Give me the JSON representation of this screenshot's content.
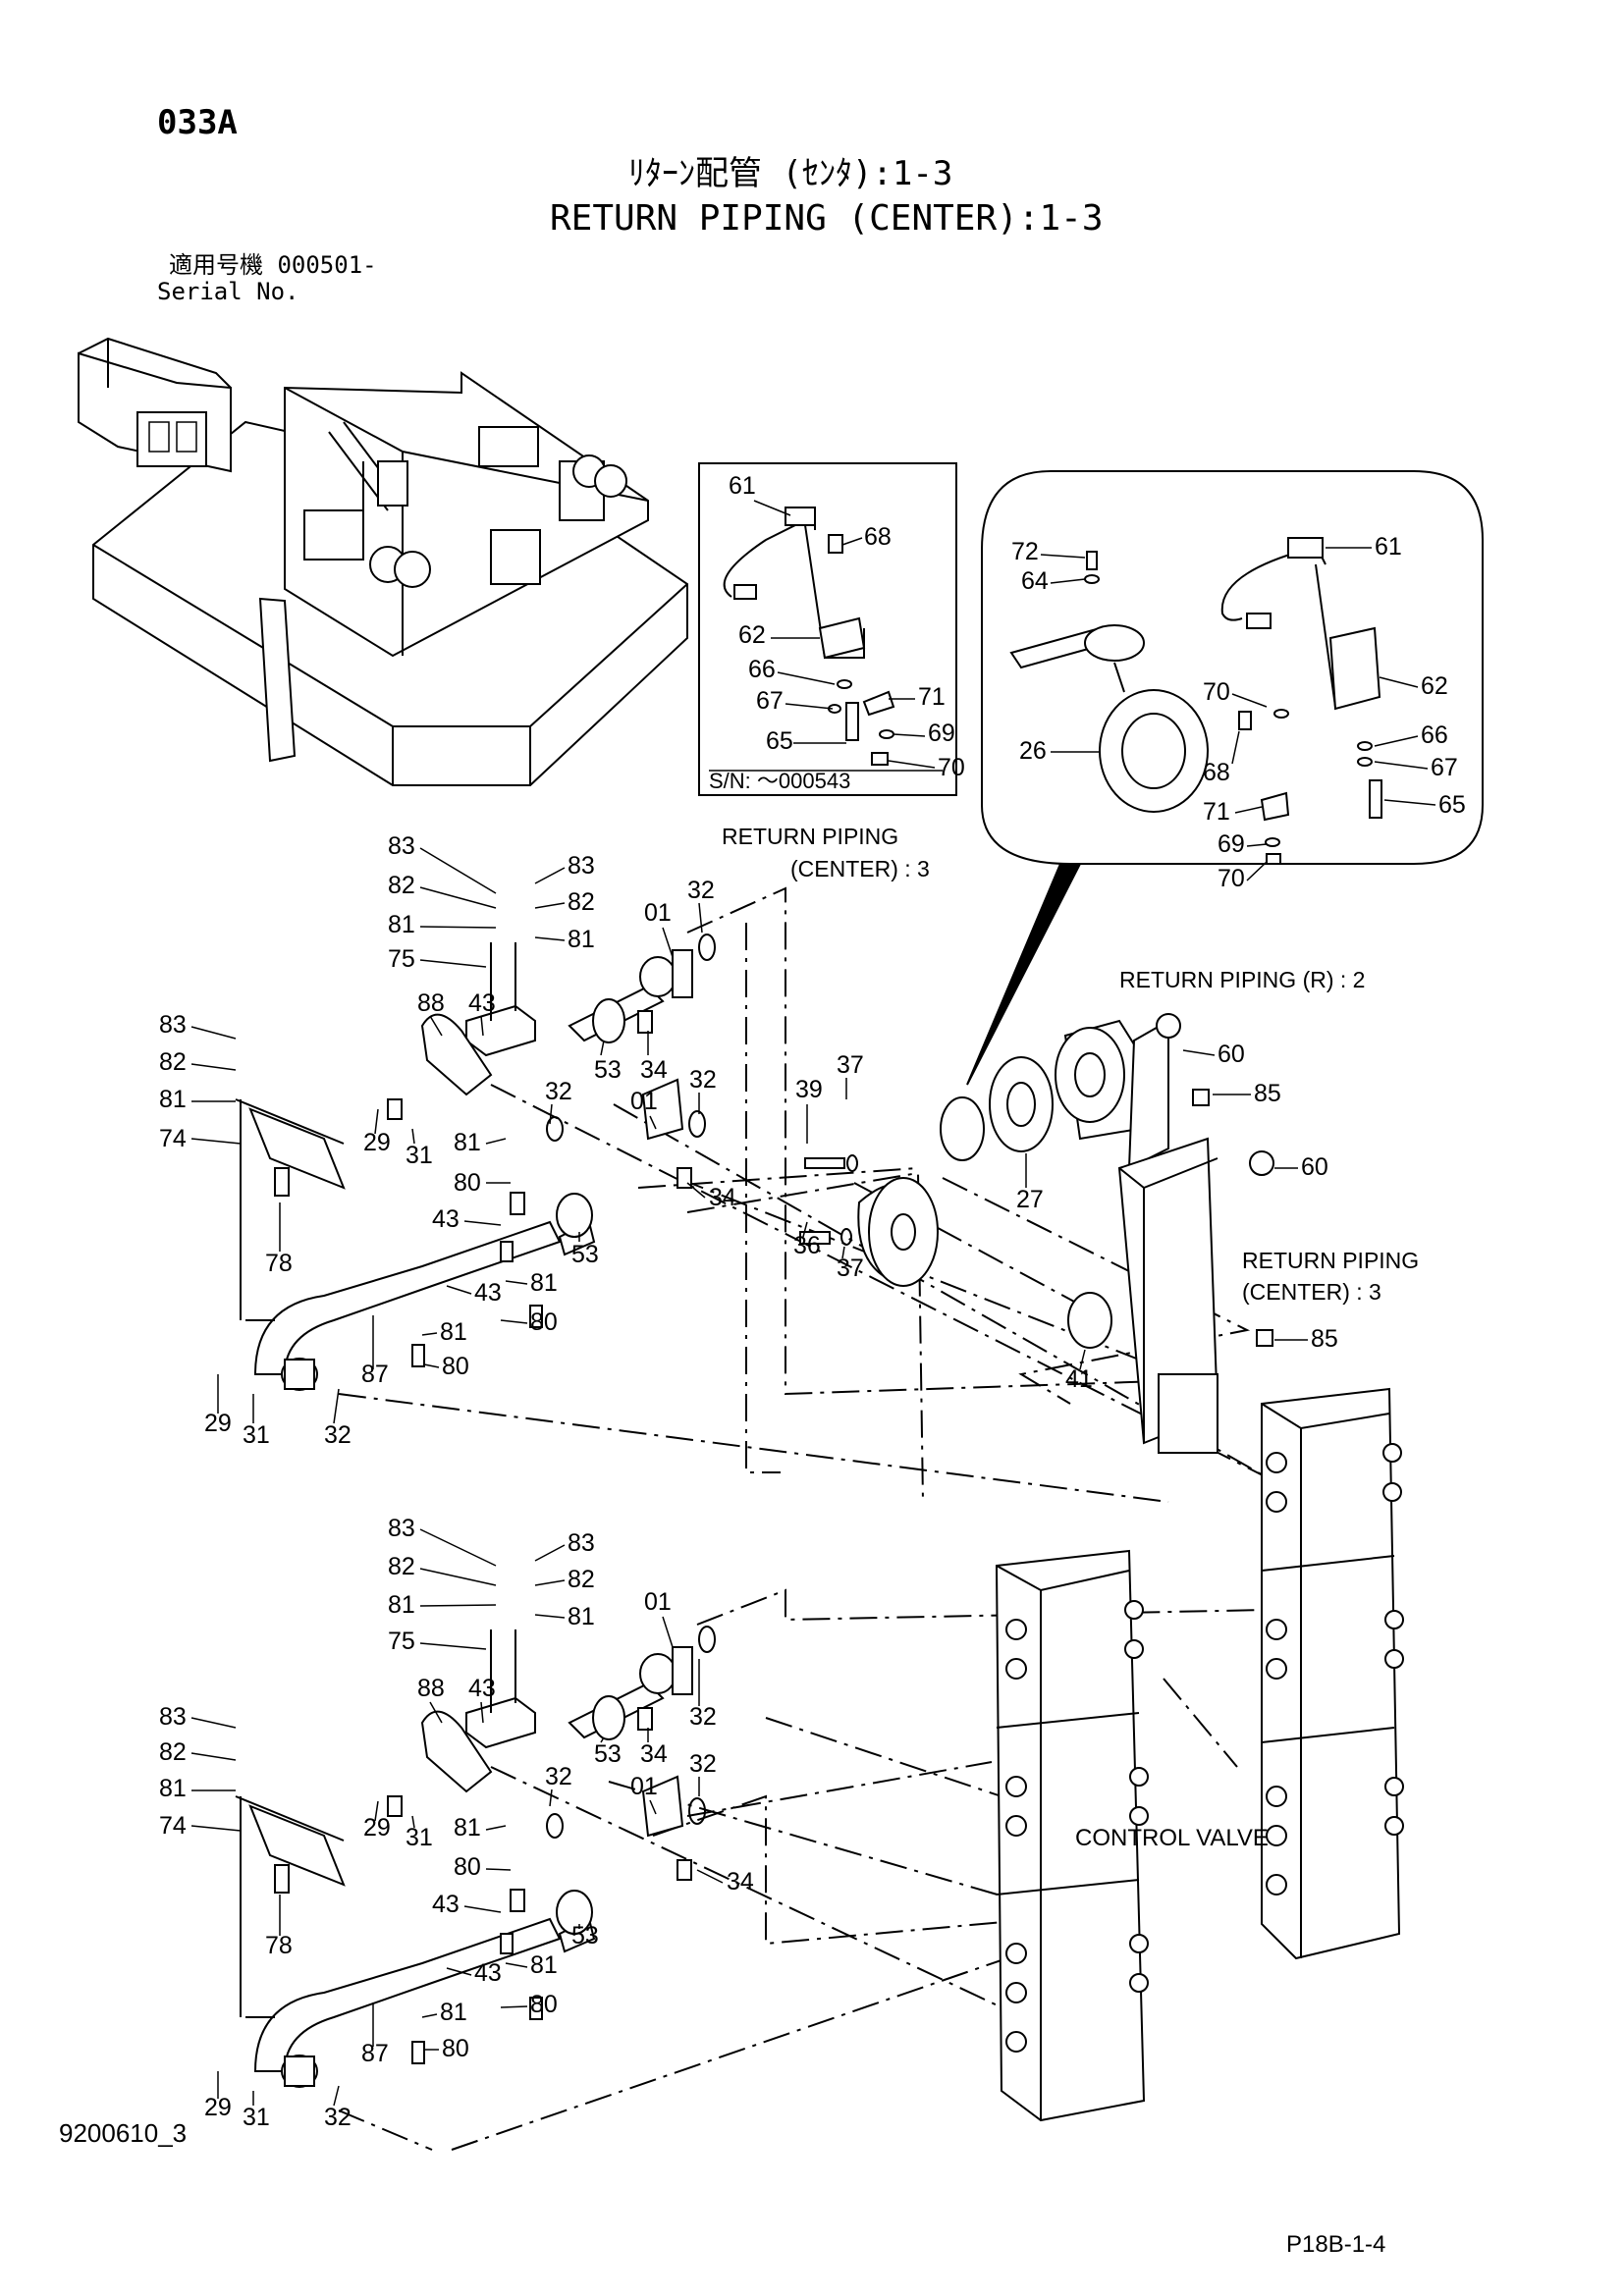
{
  "header": {
    "sheet_code": "033A",
    "title_jp": "ﾘﾀｰﾝ配管 (ｾﾝﾀ):1-3",
    "title_en": "RETURN PIPING (CENTER):1-3",
    "serial_jp": "適用号機  000501-",
    "serial_en": "Serial No."
  },
  "detail_box": {
    "serial_note": "S/N: ～000543"
  },
  "annotations": {
    "return_center_top_1": "RETURN PIPING",
    "return_center_top_2": "(CENTER) : 3",
    "return_r_1": "RETURN PIPING (R) : 2",
    "return_center_right_1": "RETURN PIPING",
    "return_center_right_2": "(CENTER) : 3",
    "control_valve": "CONTROL VALVE"
  },
  "footer": {
    "doc_no": "9200610_3",
    "page_ref": "P18B-1-4"
  },
  "callouts": [
    {
      "id": "c1",
      "label": "61"
    },
    {
      "id": "c2",
      "label": "68"
    },
    {
      "id": "c3",
      "label": "62"
    },
    {
      "id": "c4",
      "label": "66"
    },
    {
      "id": "c5",
      "label": "67"
    },
    {
      "id": "c6",
      "label": "71"
    },
    {
      "id": "c7",
      "label": "65"
    },
    {
      "id": "c8",
      "label": "69"
    },
    {
      "id": "c9",
      "label": "70"
    },
    {
      "id": "c10",
      "label": "72"
    },
    {
      "id": "c11",
      "label": "64"
    },
    {
      "id": "c12",
      "label": "61"
    },
    {
      "id": "c13",
      "label": "62"
    },
    {
      "id": "c14",
      "label": "70"
    },
    {
      "id": "c15",
      "label": "26"
    },
    {
      "id": "c16",
      "label": "68"
    },
    {
      "id": "c17",
      "label": "66"
    },
    {
      "id": "c18",
      "label": "67"
    },
    {
      "id": "c19",
      "label": "65"
    },
    {
      "id": "c20",
      "label": "71"
    },
    {
      "id": "c21",
      "label": "69"
    },
    {
      "id": "c22",
      "label": "70"
    },
    {
      "id": "c23",
      "label": "83"
    },
    {
      "id": "c24",
      "label": "83"
    },
    {
      "id": "c25",
      "label": "82"
    },
    {
      "id": "c26",
      "label": "82"
    },
    {
      "id": "c27",
      "label": "81"
    },
    {
      "id": "c28",
      "label": "81"
    },
    {
      "id": "c29",
      "label": "75"
    },
    {
      "id": "c30",
      "label": "01"
    },
    {
      "id": "c31",
      "label": "32"
    },
    {
      "id": "c32",
      "label": "88"
    },
    {
      "id": "c33",
      "label": "43"
    },
    {
      "id": "c34",
      "label": "53"
    },
    {
      "id": "c35",
      "label": "34"
    },
    {
      "id": "c36",
      "label": "83"
    },
    {
      "id": "c37",
      "label": "82"
    },
    {
      "id": "c38",
      "label": "81"
    },
    {
      "id": "c39",
      "label": "74"
    },
    {
      "id": "c40",
      "label": "29"
    },
    {
      "id": "c41",
      "label": "31"
    },
    {
      "id": "c42",
      "label": "32"
    },
    {
      "id": "c43",
      "label": "81"
    },
    {
      "id": "c44",
      "label": "80"
    },
    {
      "id": "c45",
      "label": "01"
    },
    {
      "id": "c46",
      "label": "32"
    },
    {
      "id": "c47",
      "label": "34"
    },
    {
      "id": "c48",
      "label": "43"
    },
    {
      "id": "c49",
      "label": "53"
    },
    {
      "id": "c50",
      "label": "78"
    },
    {
      "id": "c51",
      "label": "43"
    },
    {
      "id": "c52",
      "label": "81"
    },
    {
      "id": "c53",
      "label": "80"
    },
    {
      "id": "c54",
      "label": "81"
    },
    {
      "id": "c55",
      "label": "80"
    },
    {
      "id": "c56",
      "label": "87"
    },
    {
      "id": "c57",
      "label": "29"
    },
    {
      "id": "c58",
      "label": "31"
    },
    {
      "id": "c59",
      "label": "32"
    },
    {
      "id": "c60",
      "label": "39"
    },
    {
      "id": "c61",
      "label": "37"
    },
    {
      "id": "c62",
      "label": "36"
    },
    {
      "id": "c63",
      "label": "37"
    },
    {
      "id": "c64",
      "label": "27"
    },
    {
      "id": "c65",
      "label": "60"
    },
    {
      "id": "c66",
      "label": "85"
    },
    {
      "id": "c67",
      "label": "60"
    },
    {
      "id": "c68",
      "label": "85"
    },
    {
      "id": "c69",
      "label": "41"
    },
    {
      "id": "c70",
      "label": "83"
    },
    {
      "id": "c71",
      "label": "83"
    },
    {
      "id": "c72",
      "label": "82"
    },
    {
      "id": "c73",
      "label": "82"
    },
    {
      "id": "c74",
      "label": "81"
    },
    {
      "id": "c75",
      "label": "81"
    },
    {
      "id": "c76",
      "label": "75"
    },
    {
      "id": "c77",
      "label": "01"
    },
    {
      "id": "c78",
      "label": "88"
    },
    {
      "id": "c79",
      "label": "43"
    },
    {
      "id": "c80",
      "label": "32"
    },
    {
      "id": "c81",
      "label": "83"
    },
    {
      "id": "c82",
      "label": "82"
    },
    {
      "id": "c83",
      "label": "81"
    },
    {
      "id": "c84",
      "label": "74"
    },
    {
      "id": "c85",
      "label": "53"
    },
    {
      "id": "c86",
      "label": "34"
    },
    {
      "id": "c87",
      "label": "32"
    },
    {
      "id": "c88",
      "label": "29"
    },
    {
      "id": "c89",
      "label": "31"
    },
    {
      "id": "c90",
      "label": "32"
    },
    {
      "id": "c91",
      "label": "81"
    },
    {
      "id": "c92",
      "label": "80"
    },
    {
      "id": "c93",
      "label": "01"
    },
    {
      "id": "c94",
      "label": "34"
    },
    {
      "id": "c95",
      "label": "78"
    },
    {
      "id": "c96",
      "label": "43"
    },
    {
      "id": "c97",
      "label": "53"
    },
    {
      "id": "c98",
      "label": "43"
    },
    {
      "id": "c99",
      "label": "81"
    },
    {
      "id": "c100",
      "label": "81"
    },
    {
      "id": "c101",
      "label": "80"
    },
    {
      "id": "c102",
      "label": "87"
    },
    {
      "id": "c103",
      "label": "80"
    },
    {
      "id": "c104",
      "label": "29"
    },
    {
      "id": "c105",
      "label": "31"
    },
    {
      "id": "c106",
      "label": "32"
    }
  ]
}
